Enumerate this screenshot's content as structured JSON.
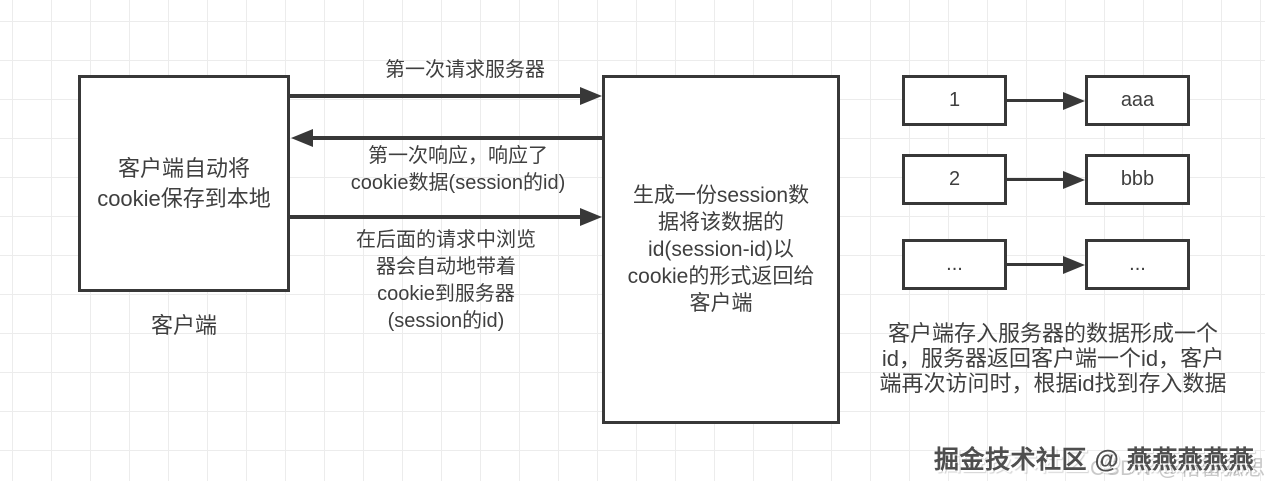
{
  "colors": {
    "line": "#383838",
    "text": "#3f3f3f",
    "grid": "#ececec",
    "watermark_dark": "#4e4e4e",
    "watermark_light": "#c9c9c9"
  },
  "flow": {
    "client_box_text": "客户端自动将\ncookie保存到本地",
    "client_label": "客户端",
    "server_box_text": "生成一份session数\n据将该数据的\nid(session-id)以\ncookie的形式返回给\n客户端",
    "arrow1_label": "第一次请求服务器",
    "arrow2_label": "第一次响应，响应了\ncookie数据(session的id)",
    "arrow3_label": "在后面的请求中浏览\n器会自动地带着\ncookie到服务器\n(session的id)"
  },
  "mapping": {
    "rows": [
      {
        "id": "1",
        "value": "aaa"
      },
      {
        "id": "2",
        "value": "bbb"
      },
      {
        "id": "...",
        "value": "..."
      }
    ],
    "caption": "客户端存入服务器的数据形成一个\nid，服务器返回客户端一个id，客户\n端再次访问时，根据id找到存入数据"
  },
  "watermark": {
    "primary": "掘金技术社区 @ 燕燕燕燕燕",
    "secondary": "CSDN @格雷狐思"
  }
}
